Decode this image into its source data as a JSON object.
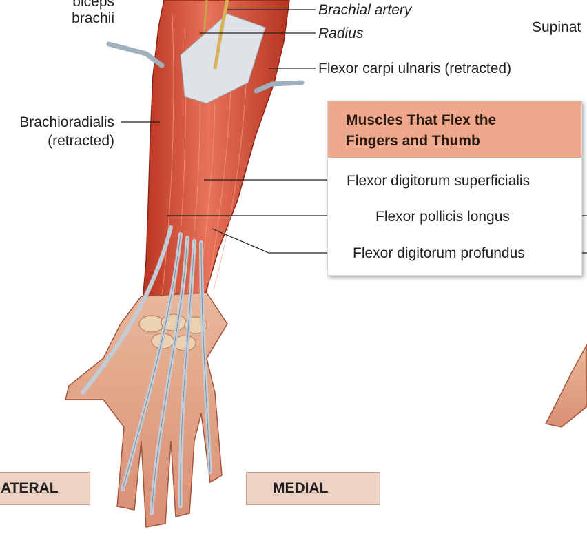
{
  "labels": {
    "biceps": "biceps\nbrachii",
    "biceps_line1": "biceps",
    "biceps_line2": "brachii",
    "brachial_artery": "Brachial artery",
    "radius": "Radius",
    "supinator": "Supinat",
    "fcu": "Flexor carpi ulnaris (retracted)",
    "brachioradialis_line1": "Brachioradialis",
    "brachioradialis_line2": "(retracted)"
  },
  "box": {
    "title_line1": "Muscles That Flex the",
    "title_line2": "Fingers and Thumb",
    "items": [
      "Flexor digitorum superficialis",
      "Flexor pollicis longus",
      "Flexor digitorum profundus"
    ]
  },
  "orientation": {
    "lateral": "ATERAL",
    "medial": "MEDIAL"
  },
  "colors": {
    "box_header": "#eea98c",
    "orient_fill": "#ecd3c4",
    "muscle": "#c9452f",
    "tendon": "#b9c6d2",
    "bone": "#e8c9a7"
  }
}
